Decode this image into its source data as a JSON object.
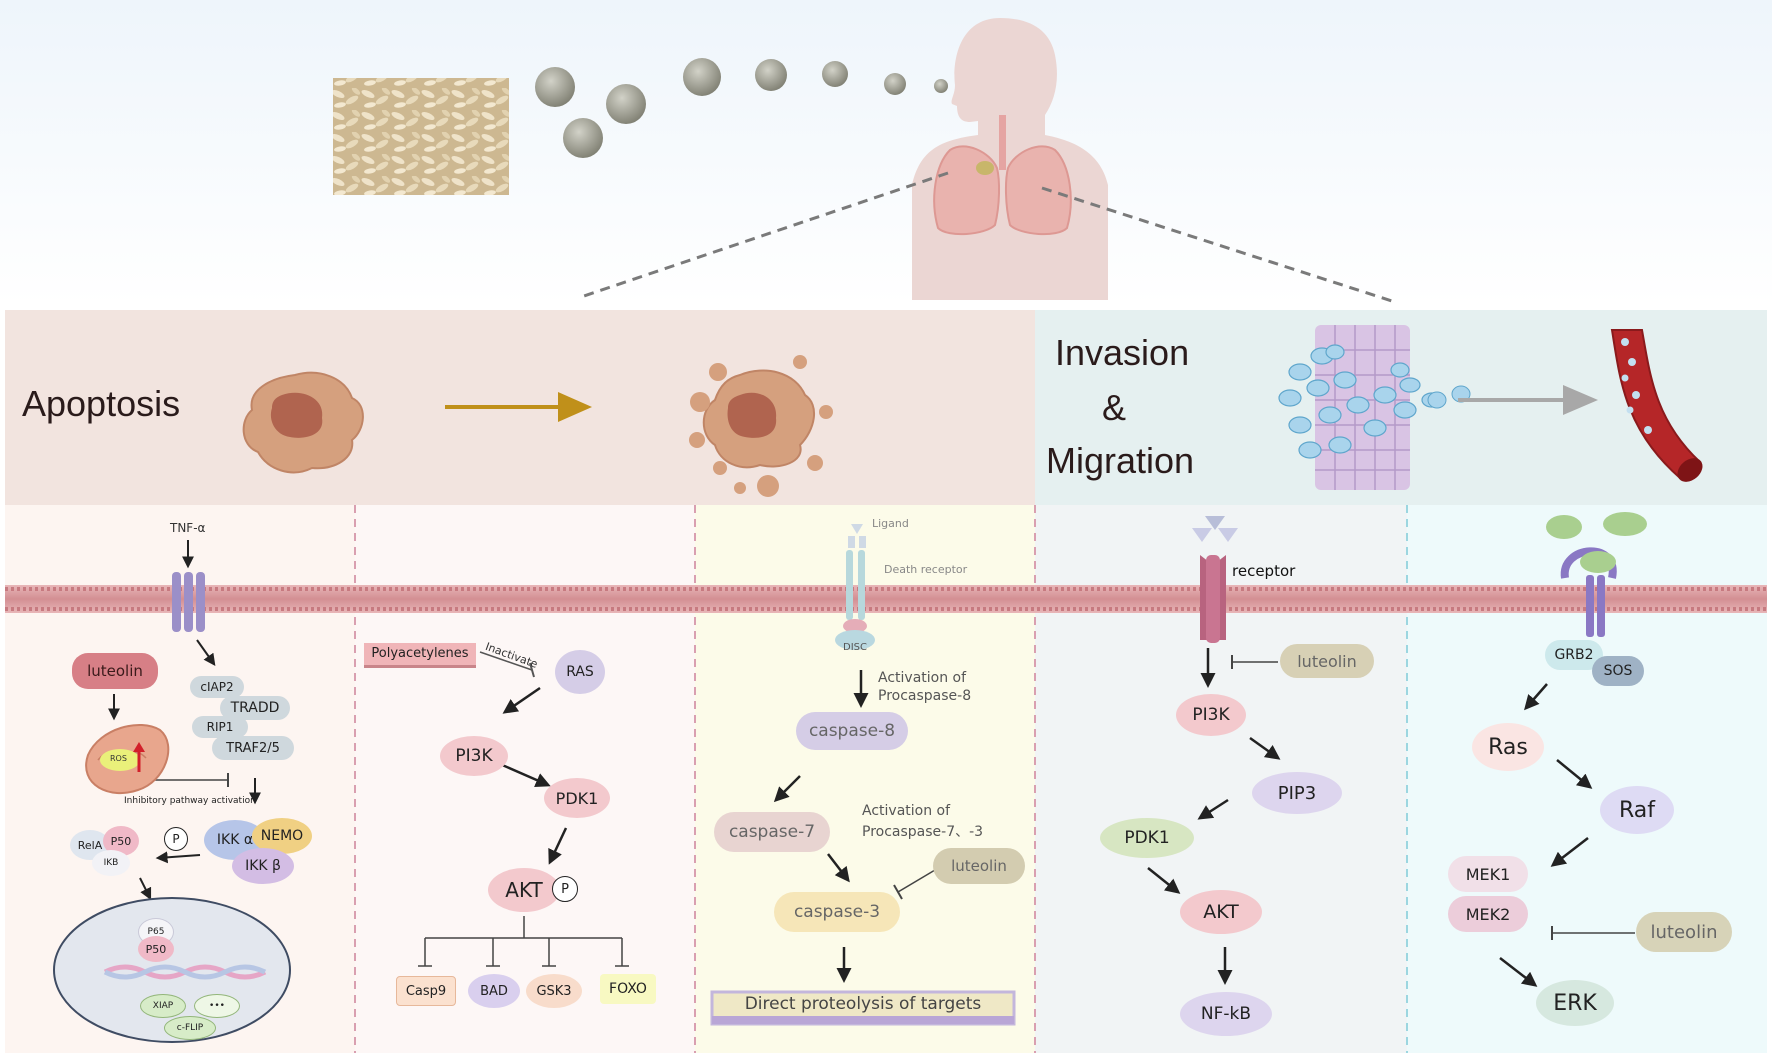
{
  "headers": {
    "apoptosis": "Apoptosis",
    "invasion": "Invasion",
    "amp": "&",
    "migration": "Migration"
  },
  "panel1": {
    "tnf": "TNF-α",
    "luteolin": "luteolin",
    "ciap2": "cIAP2",
    "tradd": "TRADD",
    "rip1": "RIP1",
    "traf": "TRAF2/5",
    "ros": "ROS",
    "inhibitory": "Inhibitory pathway activation",
    "rela": "RelA",
    "p50": "P50",
    "ikb": "IKB",
    "p": "P",
    "ikka": "IKK α",
    "nemo": "NEMO",
    "ikkb": "IKK β",
    "p65": "P65",
    "p50n": "P50",
    "xiap": "XIAP",
    "dots": "•••",
    "cflip": "c-FLIP"
  },
  "panel2": {
    "polyacetylenes": "Polyacetylenes",
    "inactivate": "Inactivate",
    "ras": "RAS",
    "pi3k": "PI3K",
    "pdk1": "PDK1",
    "akt": "AKT",
    "p": "P",
    "casp9": "Casp9",
    "bad": "BAD",
    "gsk3": "GSK3",
    "foxo": "FOXO"
  },
  "panel3": {
    "ligand": "Ligand",
    "death_receptor": "Death receptor",
    "disc": "DISC",
    "act8_1": "Activation of",
    "act8_2": "Procaspase-8",
    "casp8": "caspase-8",
    "casp7": "caspase-7",
    "act73_1": "Activation of",
    "act73_2": "Procaspase-7、-3",
    "luteolin": "luteolin",
    "casp3": "caspase-3",
    "direct": "Direct proteolysis of targets"
  },
  "panel4": {
    "receptor": "receptor",
    "luteolin": "luteolin",
    "pi3k": "PI3K",
    "pip3": "PIP3",
    "pdk1": "PDK1",
    "akt": "AKT",
    "nfkb": "NF-kB"
  },
  "panel5": {
    "grb2": "GRB2",
    "sos": "SOS",
    "ras": "Ras",
    "raf": "Raf",
    "mek1": "MEK1",
    "mek2": "MEK2",
    "luteolin": "luteolin",
    "erk": "ERK"
  },
  "colors": {
    "apoptosis_band": "#f2e4df",
    "invasion_band": "#e5f0f0",
    "membrane": "#dc9a9e",
    "arrow_gold": "#c0901a",
    "arrow_gray": "#a8a8a8",
    "node_pink": "#f3c9cd",
    "node_lilac": "#d8cfe8",
    "node_olive": "#cfc8ae"
  }
}
